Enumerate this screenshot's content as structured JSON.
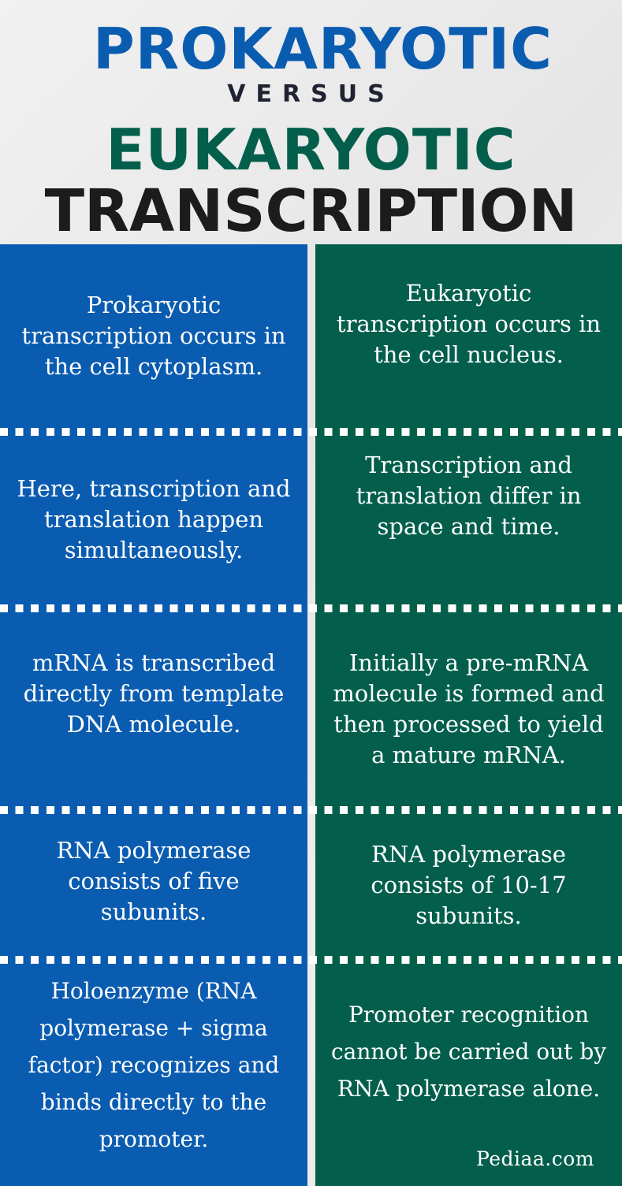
{
  "title": {
    "line1": "PROKARYOTIC",
    "line2": "VERSUS",
    "line3": "EUKARYOTIC",
    "line4": "TRANSCRIPTION"
  },
  "colors": {
    "prokaryotic": "#0a5cb0",
    "eukaryotic": "#035f4c",
    "versus": "#1f2230",
    "transcription": "#1c1c1c",
    "background": "#ebebeb",
    "divider_dots": "#ffffff"
  },
  "comparison": {
    "rows": [
      {
        "prokaryotic": "Prokaryotic transcription occurs in the cell cytoplasm.",
        "eukaryotic": "Eukaryotic transcription occurs in the cell nucleus."
      },
      {
        "prokaryotic": "Here, transcription and translation happen simultaneously.",
        "eukaryotic": "Transcription and translation differ in space and time."
      },
      {
        "prokaryotic": "mRNA is transcribed directly from template DNA molecule.",
        "eukaryotic": "Initially a pre-mRNA molecule is formed and then processed to yield a mature mRNA."
      },
      {
        "prokaryotic": "RNA polymerase consists of five subunits.",
        "eukaryotic": "RNA polymerase consists of 10-17 subunits."
      },
      {
        "prokaryotic": "Holoenzyme (RNA polymerase + sigma factor) recognizes and binds directly to the promoter.",
        "eukaryotic": "Promoter recognition cannot be carried out by RNA polymerase alone."
      }
    ]
  },
  "footer": {
    "logo": "Pediaa.com"
  }
}
